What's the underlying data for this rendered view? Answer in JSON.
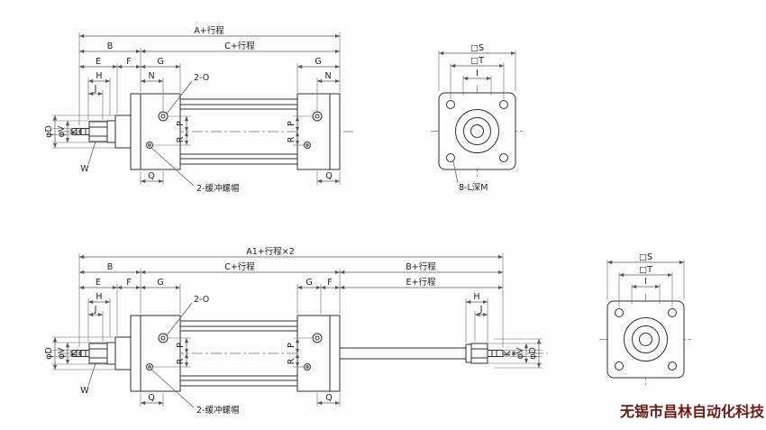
{
  "watermark": "无锡市昌林自动化科技",
  "top_view": {
    "overall": "A+行程",
    "b": "B",
    "c_stroke": "C+行程",
    "e": "E",
    "f": "F",
    "g_left": "G",
    "g_right": "G",
    "h": "H",
    "j": "J",
    "n_left": "N",
    "n_right": "N",
    "port_callout": "2-O",
    "p_left": "P",
    "r_left": "R",
    "p_right": "P",
    "r_right": "R",
    "q_left": "Q",
    "q_right": "Q",
    "dia_d": "φD",
    "dia_v": "φV",
    "k": "K",
    "w": "W",
    "cushion_callout": "2-缓冲螺帽"
  },
  "top_end_view": {
    "s": "□S",
    "t": "□T",
    "i": "I",
    "holes_callout": "8-L深M"
  },
  "bottom_view": {
    "overall": "A1+行程×2",
    "b": "B",
    "c_stroke": "C+行程",
    "b_stroke": "B+行程",
    "e": "E",
    "f_left": "F",
    "g_left": "G",
    "g_right": "G",
    "f_right": "F",
    "e_stroke": "E+行程",
    "h_left": "H",
    "j_left": "J",
    "h_right": "H",
    "j_right": "J",
    "port_callout": "2-O",
    "p_left": "P",
    "r_left": "R",
    "p_right": "P",
    "r_right": "R",
    "q_left": "Q",
    "q_right": "Q",
    "dia_d_left": "φD",
    "dia_v_left": "φV",
    "k_left": "K",
    "k_right": "K",
    "dia_v_right": "φV",
    "dia_d_right": "φD",
    "w": "W",
    "cushion_callout": "2-缓冲螺帽"
  },
  "bottom_end_view": {
    "s": "□S",
    "t": "□T",
    "i": "I"
  }
}
